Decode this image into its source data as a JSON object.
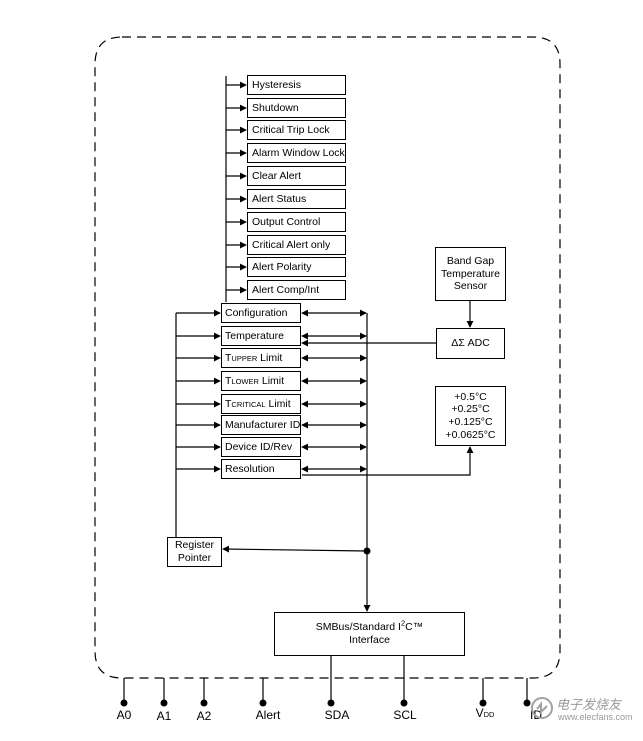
{
  "config_bits": [
    "Hysteresis",
    "Shutdown",
    "Critical Trip Lock",
    "Alarm Window Lock",
    "Clear Alert",
    "Alert Status",
    "Output Control",
    "Critical Alert only",
    "Alert Polarity",
    "Alert Comp/Int"
  ],
  "registers": {
    "configuration": "Configuration",
    "temperature": "Temperature",
    "t_upper": {
      "main": "T",
      "sub": "UPPER",
      "rest": " Limit"
    },
    "t_lower": {
      "main": "T",
      "sub": "LOWER",
      "rest": " Limit"
    },
    "t_critical": {
      "main": "T",
      "sub": "CRITICAL",
      "rest": " Limit"
    },
    "manufacturer_id": "Manufacturer ID",
    "device_id": "Device ID/Rev",
    "resolution": "Resolution"
  },
  "band_gap": [
    "Band Gap",
    "Temperature",
    "Sensor"
  ],
  "adc": "ΔΣ ADC",
  "resolution_values": [
    "+0.5°C",
    "+0.25°C",
    "+0.125°C",
    "+0.0625°C"
  ],
  "register_pointer": [
    "Register",
    "Pointer"
  ],
  "interface": {
    "line1_pre": "SMBus/Standard I",
    "line1_sup": "2",
    "line1_post": "C™",
    "line2": "Interface"
  },
  "pins": {
    "a0": "A0",
    "a1": "A1",
    "a2": "A2",
    "alert": "Alert",
    "sda": "SDA",
    "scl": "SCL",
    "vdd_main": "V",
    "vdd_sub": "DD",
    "gnd": "ID"
  },
  "watermark": {
    "text": "电子发烧友",
    "url": "www.elecfans.com"
  }
}
